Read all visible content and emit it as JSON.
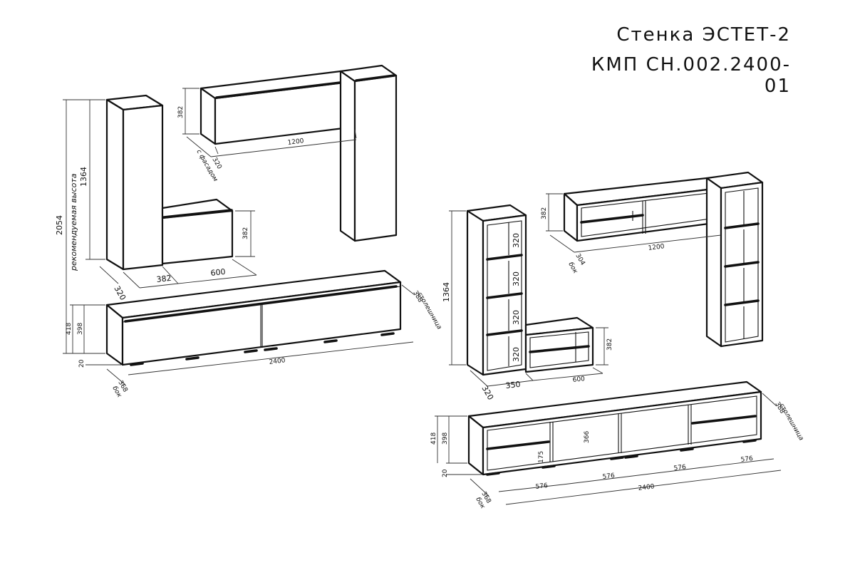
{
  "title": {
    "line1": "Стенка  ЭСТЕТ-2",
    "line2": "КМП  СН.002.2400-01"
  },
  "left_set": {
    "dims": {
      "total_height": "2054",
      "recommended_label": "рекомендуемая высота",
      "tall_height": "1364",
      "tall_depth": "320",
      "wall_height": "382",
      "wall_depth": "320",
      "wall_facade_note": "с фасадом",
      "wall_width": "1200",
      "low_gap": "382",
      "low_width": "600",
      "low_height": "382",
      "tv_height_total": "418",
      "tv_height_body": "398",
      "tv_leg": "20",
      "tv_depth": "368",
      "tv_depth_note": "бок",
      "tv_top_depth": "388",
      "tv_top_note": "столешница",
      "tv_width": "2400"
    }
  },
  "right_set": {
    "dims": {
      "tall_height": "1364",
      "shelf_1": "320",
      "shelf_2": "320",
      "shelf_3": "320",
      "shelf_4": "320",
      "tall_depth": "320",
      "gap": "350",
      "low_width": "600",
      "low_height": "382",
      "wall_height": "382",
      "wall_depth": "304",
      "wall_depth_note": "бок",
      "wall_width": "1200",
      "tv_height_total": "418",
      "tv_height_body": "398",
      "tv_leg": "20",
      "tv_depth": "368",
      "tv_depth_note": "бок",
      "tv_top_depth": "388",
      "tv_top_note": "столешница",
      "tv_inner_h1": "175",
      "tv_inner_h2": "366",
      "tv_width": "2400",
      "seg_1": "576",
      "seg_2": "576",
      "seg_3": "576",
      "seg_4": "576"
    }
  }
}
